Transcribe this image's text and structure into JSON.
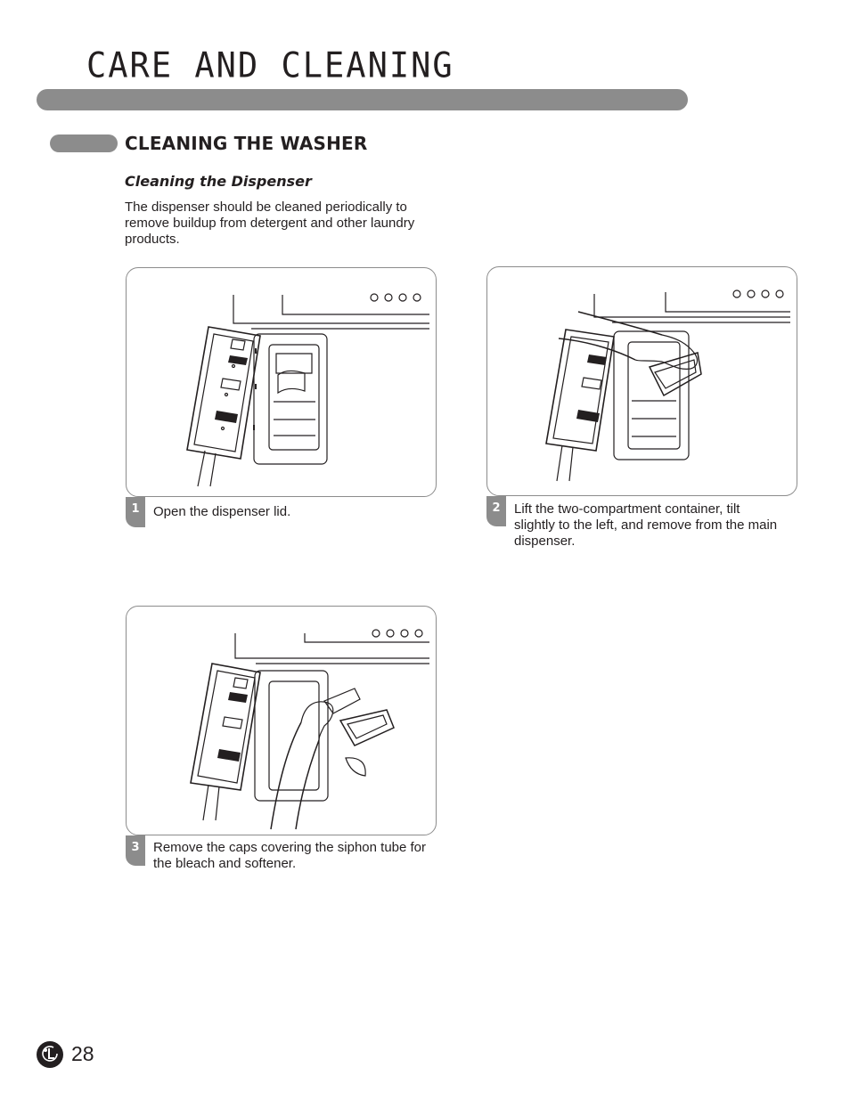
{
  "header": {
    "title": "CARE AND CLEANING"
  },
  "section": {
    "heading": "CLEANING THE WASHER",
    "subheading": "Cleaning the Dispenser",
    "intro": "The dispenser should be cleaned periodically to remove buildup from detergent and other laundry products."
  },
  "steps": [
    {
      "number": "1",
      "text": "Open the dispenser lid."
    },
    {
      "number": "2",
      "text": "Lift the two-compartment container, tilt slightly to the left, and remove from the main dispenser."
    },
    {
      "number": "3",
      "text": "Remove the caps covering the siphon tube for the bleach and softener."
    }
  ],
  "footer": {
    "page_number": "28",
    "logo": "lg-logo"
  },
  "colors": {
    "accent_gray": "#8c8c8c",
    "text": "#231f20"
  }
}
